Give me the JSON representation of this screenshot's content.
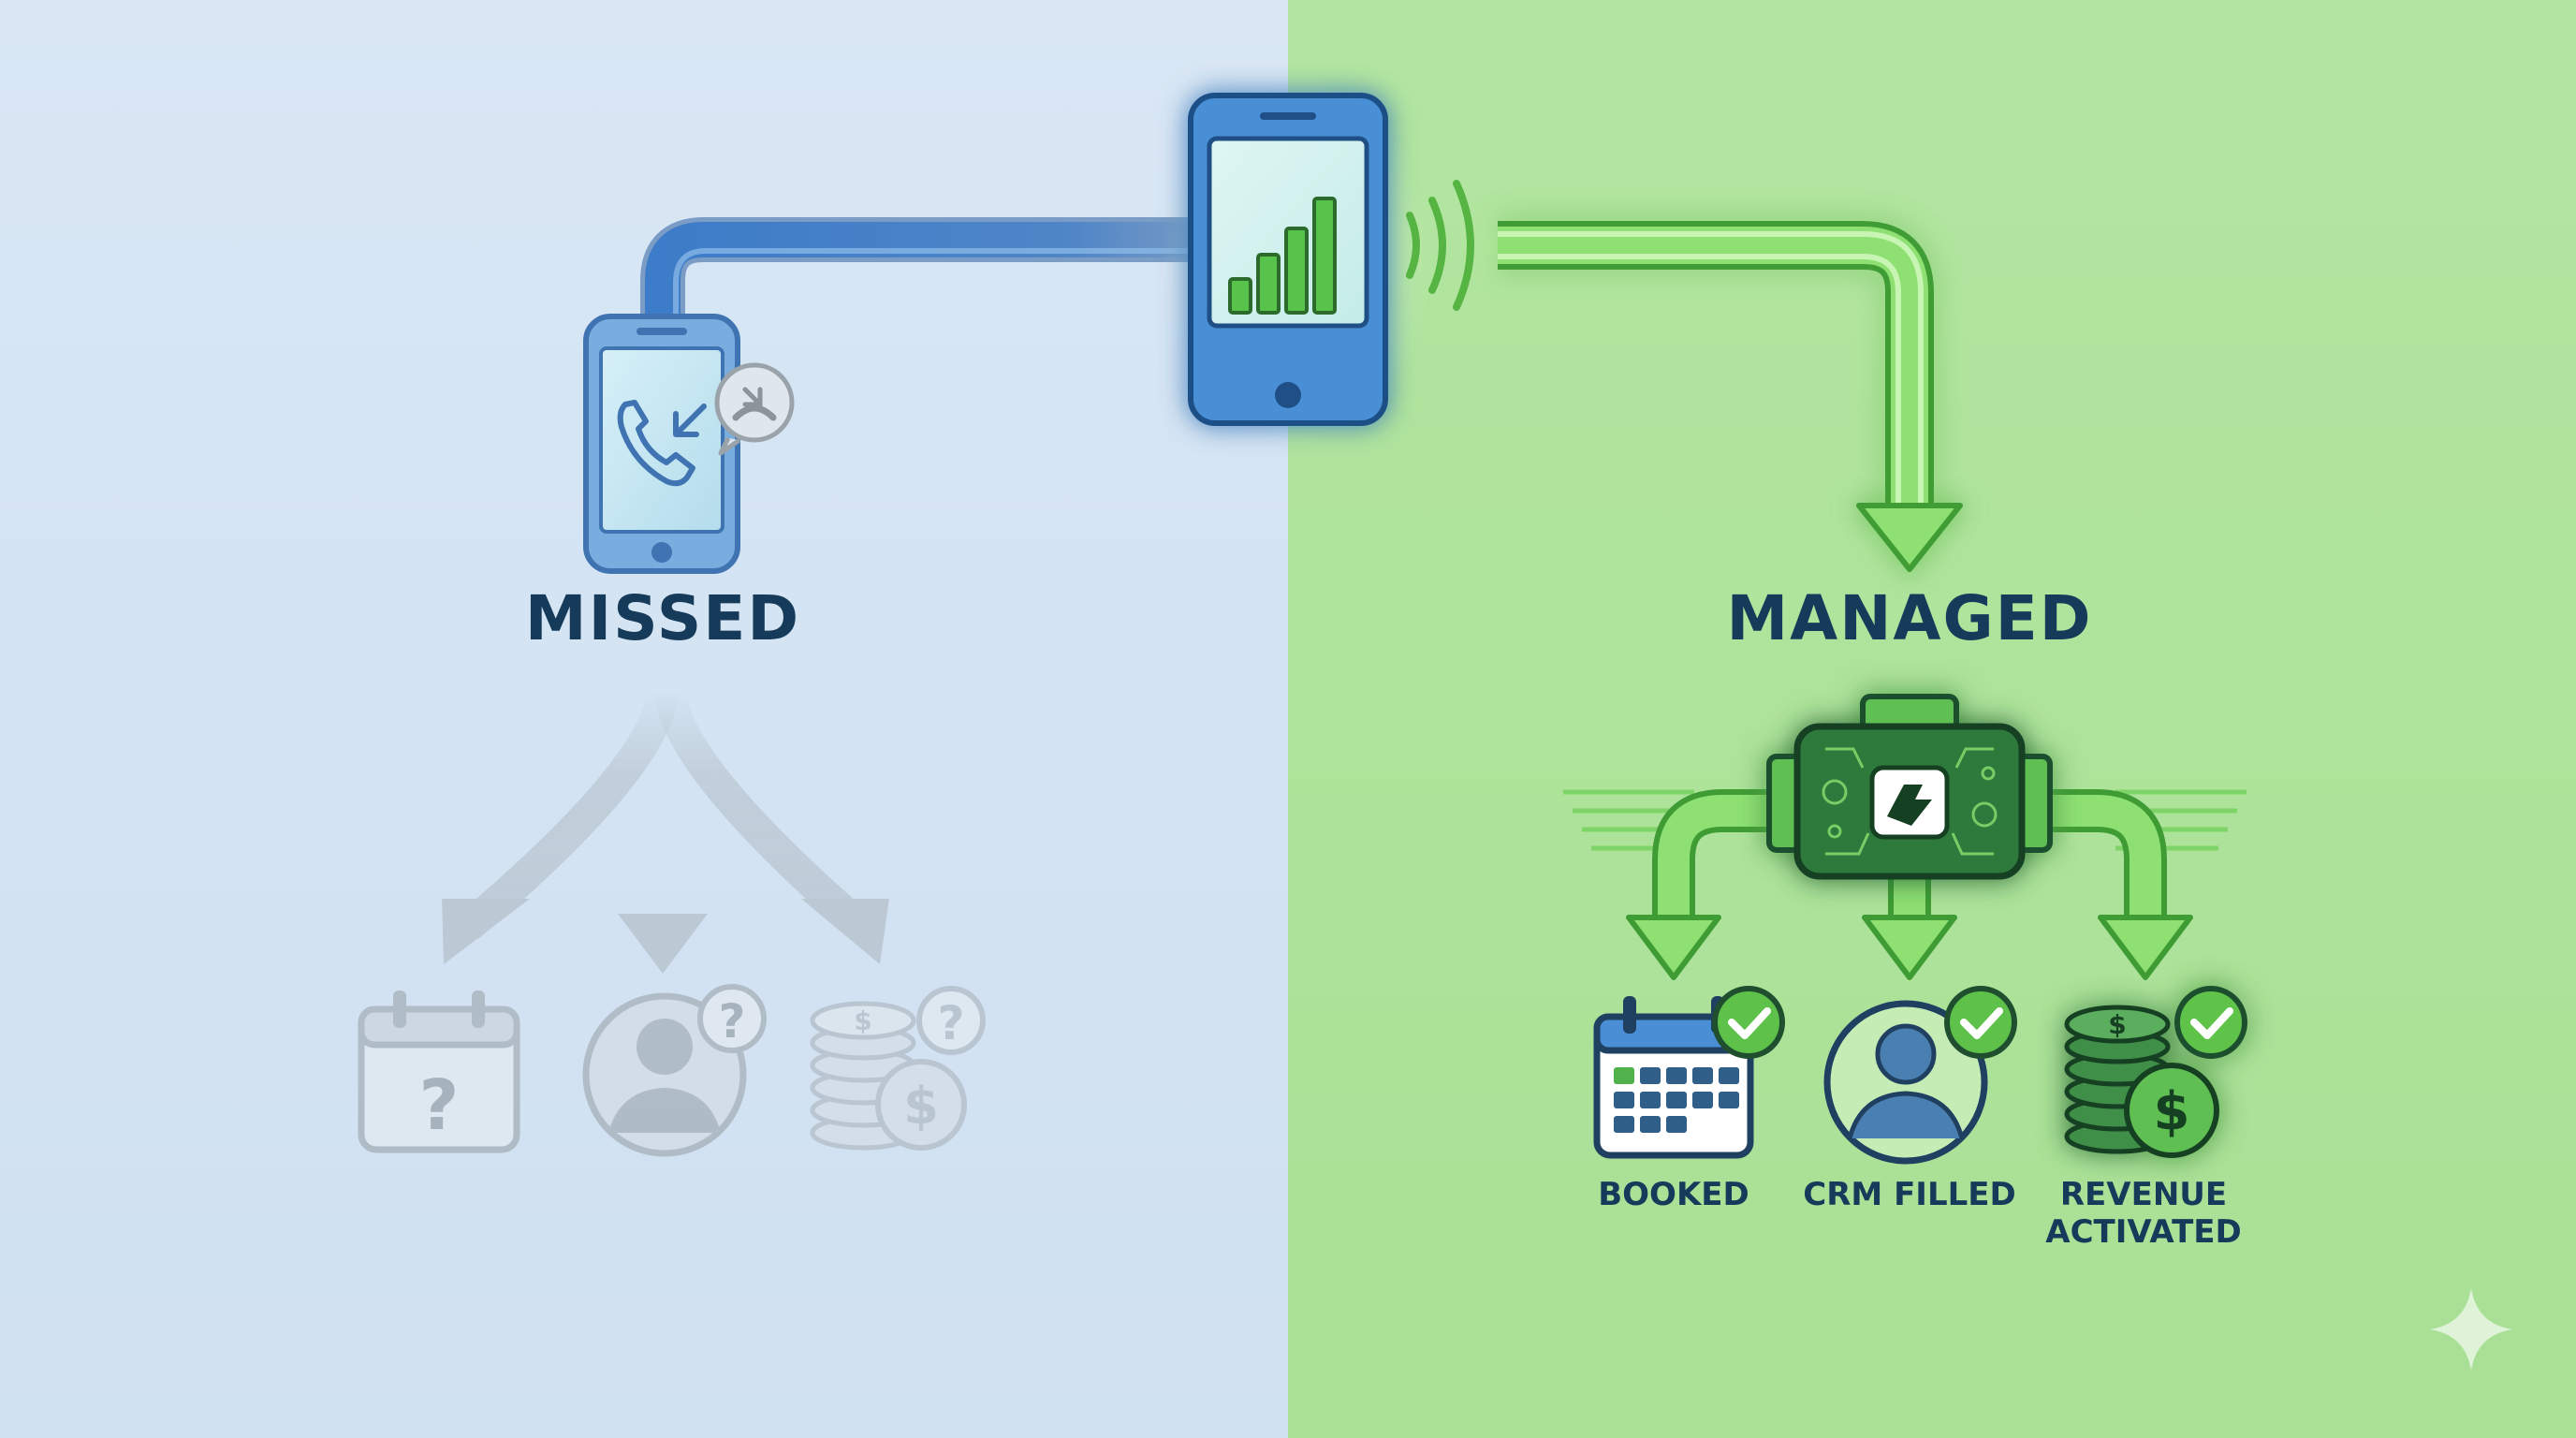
{
  "diagram": {
    "left": {
      "title": "MISSED",
      "icons": [
        "calendar-question-icon",
        "person-question-icon",
        "coins-question-icon"
      ]
    },
    "right": {
      "title": "MANAGED",
      "outcomes": [
        {
          "label": "BOOKED",
          "icon": "calendar-check-icon"
        },
        {
          "label": "CRM FILLED",
          "icon": "person-check-icon"
        },
        {
          "label_line1": "REVENUE",
          "label_line2": "ACTIVATED",
          "icon": "coins-check-icon"
        }
      ],
      "engine_icon": "automation-engine-icon"
    },
    "center_icon": "incoming-call-phone-icon",
    "colors": {
      "left_bg": "#d6e6f4",
      "right_bg": "#aee39b",
      "navy_text": "#163a5a",
      "phone_blue": "#4a8fd6",
      "flow_green": "#5ec24a",
      "engine_green": "#2f7a3e",
      "faded_gray": "#a9b2b8"
    }
  }
}
